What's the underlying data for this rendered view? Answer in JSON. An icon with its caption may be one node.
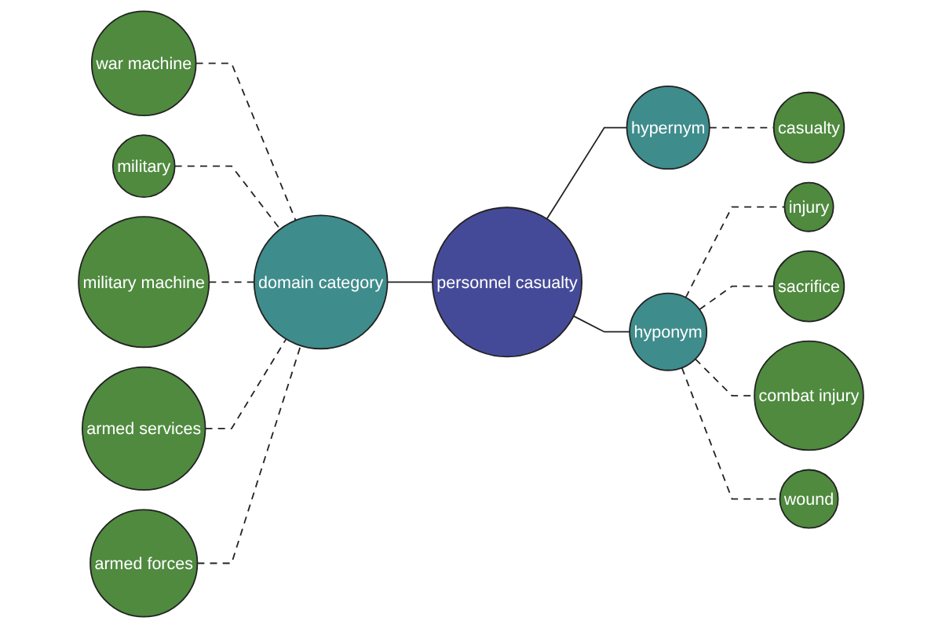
{
  "diagram": {
    "nodes": [
      {
        "text": [
          "personnel casualty"
        ]
      },
      {
        "text": [
          "hypernym"
        ]
      },
      {
        "text": [
          "hyponym"
        ]
      },
      {
        "text": [
          "domain category"
        ]
      },
      {
        "text": [
          "casualty"
        ]
      },
      {
        "text": [
          "injury"
        ]
      },
      {
        "text": [
          "sacrifice"
        ]
      },
      {
        "text": [
          "combat injury"
        ]
      },
      {
        "text": [
          "wound"
        ]
      },
      {
        "text": [
          "war machine"
        ]
      },
      {
        "text": [
          "military"
        ]
      },
      {
        "text": [
          "military machine"
        ]
      },
      {
        "text": [
          "armed services"
        ]
      },
      {
        "text": [
          "armed forces"
        ]
      }
    ],
    "edges": [
      {
        "from": 0,
        "to": 1,
        "arrow": "none"
      },
      {
        "from": 0,
        "to": 2,
        "arrow": "none"
      },
      {
        "from": 3,
        "to": 0,
        "arrow": "none"
      },
      {
        "from": 1,
        "to": 4,
        "arrow": "none",
        "style": "dashed"
      },
      {
        "from": 2,
        "to": 5,
        "arrow": "none",
        "style": "dashed"
      },
      {
        "from": 2,
        "to": 6,
        "arrow": "none",
        "style": "dashed"
      },
      {
        "from": 2,
        "to": 7,
        "arrow": "none",
        "style": "dashed"
      },
      {
        "from": 2,
        "to": 8,
        "arrow": "none",
        "style": "dashed"
      },
      {
        "from": 9,
        "to": 3,
        "arrow": "none",
        "style": "dashed"
      },
      {
        "from": 10,
        "to": 3,
        "arrow": "none",
        "style": "dashed"
      },
      {
        "from": 11,
        "to": 3,
        "arrow": "none",
        "style": "dashed"
      },
      {
        "from": 12,
        "to": 3,
        "arrow": "none",
        "style": "dashed"
      },
      {
        "from": 13,
        "to": 3,
        "arrow": "none",
        "style": "dashed"
      }
    ]
  }
}
